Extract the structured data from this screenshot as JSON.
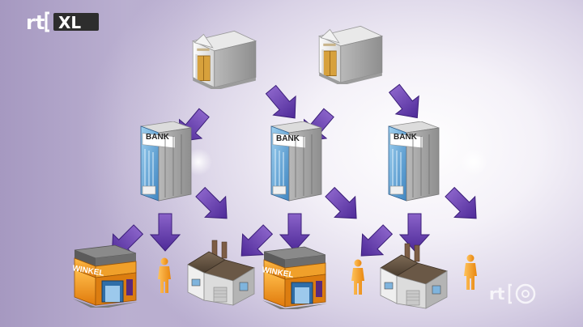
{
  "broadcaster": {
    "logo_left": "rt",
    "logo_right": "XL",
    "watermark_left": "rt"
  },
  "labels": {
    "central_bank_sign": "BANK",
    "commercial_bank_sign": "BANK",
    "shop_sign": "WINKEL"
  },
  "colors": {
    "arrow": "#6a3fb0",
    "shop_orange": "#f39a1e",
    "person_orange": "#f5a020"
  }
}
